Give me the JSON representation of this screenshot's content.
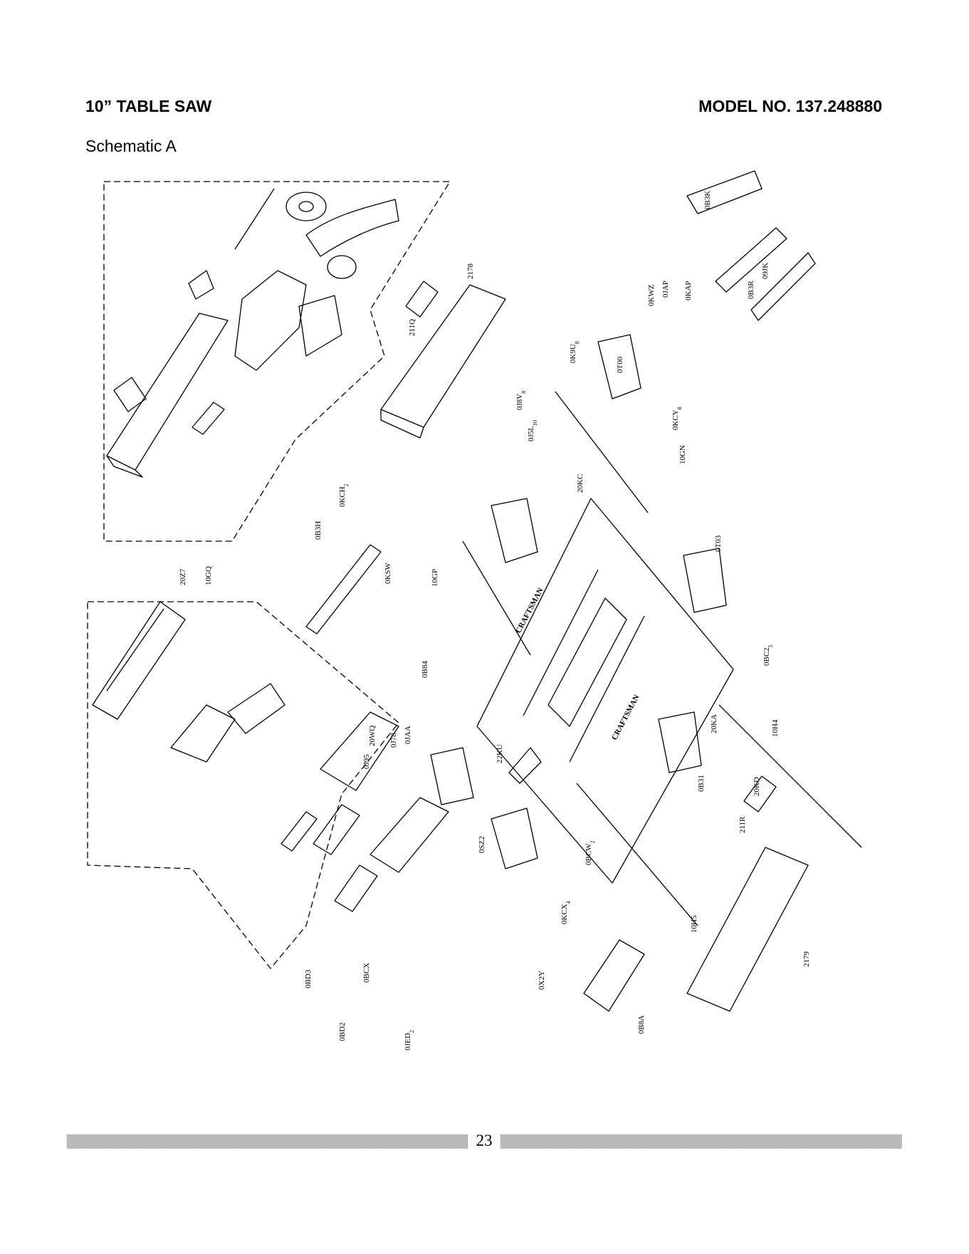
{
  "header": {
    "title": "10” TABLE SAW",
    "model": "MODEL NO. 137.248880",
    "subtitle": "Schematic A"
  },
  "diagram": {
    "brand_text": "CRAFTSMAN",
    "labels": [
      {
        "id": "2178",
        "text": "2178"
      },
      {
        "id": "211Q",
        "text": "211Q"
      },
      {
        "id": "0K9U",
        "text": "0K9U",
        "sub": "8"
      },
      {
        "id": "0J8V",
        "text": "0J8V",
        "sub": "8"
      },
      {
        "id": "0J5L",
        "text": "0J5L",
        "sub": "10"
      },
      {
        "id": "0T00",
        "text": "0T00"
      },
      {
        "id": "0KCY",
        "text": "0KCY",
        "sub": "8"
      },
      {
        "id": "10GN",
        "text": "10GN"
      },
      {
        "id": "20KC",
        "text": "20KC"
      },
      {
        "id": "0KWZ",
        "text": "0KWZ"
      },
      {
        "id": "0JAP",
        "text": "0JAP"
      },
      {
        "id": "0KAP",
        "text": "0KAP"
      },
      {
        "id": "0B3K",
        "text": "0B3K"
      },
      {
        "id": "0B3R",
        "text": "0B3R"
      },
      {
        "id": "09JK",
        "text": "09JK"
      },
      {
        "id": "0B3H",
        "text": "0B3H"
      },
      {
        "id": "0KCH",
        "text": "0KCH",
        "sub": "2"
      },
      {
        "id": "0KSW",
        "text": "0KSW"
      },
      {
        "id": "10GP",
        "text": "10GP"
      },
      {
        "id": "20Z7",
        "text": "20Z7"
      },
      {
        "id": "10GQ",
        "text": "10GQ"
      },
      {
        "id": "0T03",
        "text": "0T03"
      },
      {
        "id": "0B84",
        "text": "0B84"
      },
      {
        "id": "0JAA",
        "text": "0JAA"
      },
      {
        "id": "0J78",
        "text": "0J78"
      },
      {
        "id": "0J95",
        "text": "0J95"
      },
      {
        "id": "20WQ",
        "text": "20WQ"
      },
      {
        "id": "22KU",
        "text": "22KU"
      },
      {
        "id": "0SZ2",
        "text": "0SZ2"
      },
      {
        "id": "0BC2",
        "text": "0BC2",
        "sub": "5"
      },
      {
        "id": "10H4",
        "text": "10H4"
      },
      {
        "id": "20KA",
        "text": "20KA"
      },
      {
        "id": "0B31",
        "text": "0B31"
      },
      {
        "id": "20KD",
        "text": "20KD"
      },
      {
        "id": "211R",
        "text": "211R"
      },
      {
        "id": "0BCW",
        "text": "0BCW",
        "sub": "2"
      },
      {
        "id": "0KCX",
        "text": "0KCX",
        "sub": "4"
      },
      {
        "id": "10H5",
        "text": "10H5"
      },
      {
        "id": "0X2Y",
        "text": "0X2Y"
      },
      {
        "id": "2179",
        "text": "2179"
      },
      {
        "id": "0B8A",
        "text": "0B8A"
      },
      {
        "id": "0BD3",
        "text": "0BD3"
      },
      {
        "id": "0BCX",
        "text": "0BCX"
      },
      {
        "id": "0BD2",
        "text": "0BD2"
      },
      {
        "id": "0JED",
        "text": "0JED",
        "sub": "2"
      }
    ]
  },
  "footer": {
    "page_number": "23"
  }
}
